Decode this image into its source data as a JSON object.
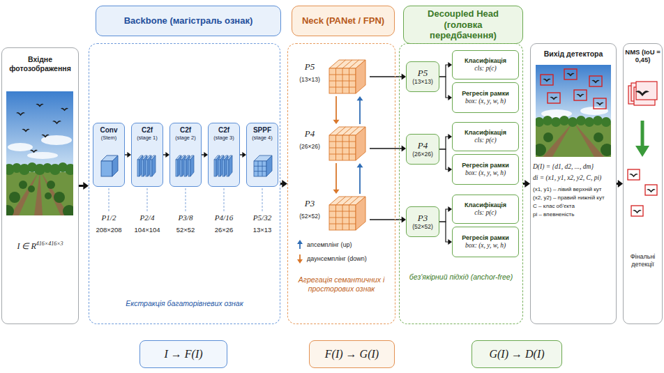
{
  "diagram": {
    "nodes": [
      {
        "text": [
          "Вхідне фотозображення",
          "I ∈ R",
          "416×416×3"
        ]
      },
      {
        "text": [
          "Backbone (магістраль ознак)"
        ]
      },
      {
        "text": [
          "Екстракція багаторівневих ознак"
        ]
      },
      {
        "text": [
          "Conv",
          "(Stem)"
        ],
        "in": 2
      },
      {
        "text": [
          "C2f",
          "(stage 1)"
        ],
        "in": 2
      },
      {
        "text": [
          "C2f",
          "(stage 2)"
        ],
        "in": 2
      },
      {
        "text": [
          "C2f",
          "(stage 3)"
        ],
        "in": 2
      },
      {
        "text": [
          "SPPF",
          "(stage 4)"
        ],
        "in": 2
      },
      {
        "text": [
          "Neck (PANet / FPN)"
        ]
      },
      {
        "text": [
          "Агрегація семантичних і просторових ознак"
        ]
      },
      {
        "text": [
          "P5",
          "(13×13)"
        ],
        "in": 9
      },
      {
        "text": [
          "P4",
          "(26×26)"
        ],
        "in": 9
      },
      {
        "text": [
          "P3",
          "(52×52)"
        ],
        "in": 9
      },
      {
        "text": [
          "Decoupled Head (головка передбачення)"
        ]
      },
      {
        "text": [
          "без'якірний підхід (anchor-free)"
        ]
      },
      {
        "text": [
          "P5",
          "(13×13)"
        ],
        "in": 14
      },
      {
        "text": [
          "Класифікація",
          "cls: p(c)"
        ],
        "in": 14
      },
      {
        "text": [
          "Регресія рамки",
          "box: (x, y, w, h)"
        ],
        "in": 14
      },
      {
        "text": [
          "P4",
          "(26×26)"
        ],
        "in": 14
      },
      {
        "text": [
          "Класифікація",
          "cls: p(c)"
        ],
        "in": 14
      },
      {
        "text": [
          "Регресія рамки",
          "box: (x, y, w, h)"
        ],
        "in": 14
      },
      {
        "text": [
          "P3",
          "(52×52)"
        ],
        "in": 14
      },
      {
        "text": [
          "Класифікація",
          "cls: p(c)"
        ],
        "in": 14
      },
      {
        "text": [
          "Регресія рамки",
          "box: (x, y, w, h)"
        ],
        "in": 14
      },
      {
        "text": [
          "Вихід детектора",
          "D(I) = {d1, d2, ..., dm}",
          "di = (x1, y1, x2, y2, C, pi)",
          "(x1, y1) – лівий верхній кут",
          "(x2, y2) – правий нижній кут",
          "C – клас об'єкта",
          "pi – впевненість"
        ]
      },
      {
        "text": [
          "NMS (IoU = 0,45)",
          "Фінальні детекції"
        ]
      },
      {
        "text": [
          "I → F(I)"
        ]
      },
      {
        "text": [
          "F(I) → G(I)"
        ]
      },
      {
        "text": [
          "G(I) → D(I)"
        ]
      }
    ],
    "edges": [
      {
        "from": 0,
        "to": 2,
        "arrow": "to"
      },
      {
        "from": 3,
        "to": 4,
        "arrow": "to"
      },
      {
        "from": 4,
        "to": 5,
        "arrow": "to"
      },
      {
        "from": 5,
        "to": 6,
        "arrow": "to"
      },
      {
        "from": 6,
        "to": 7,
        "arrow": "to"
      },
      {
        "from": 2,
        "to": 9,
        "arrow": "to"
      },
      {
        "from": 10,
        "to": 11,
        "arrow": "to"
      },
      {
        "from": 11,
        "to": 12,
        "arrow": "to"
      },
      {
        "from": 12,
        "to": 11,
        "arrow": "to"
      },
      {
        "from": 11,
        "to": 10,
        "arrow": "to"
      },
      {
        "from": 10,
        "to": 15,
        "arrow": "to"
      },
      {
        "from": 11,
        "to": 18,
        "arrow": "to"
      },
      {
        "from": 12,
        "to": 21,
        "arrow": "to"
      },
      {
        "from": 15,
        "to": 16,
        "arrow": "to"
      },
      {
        "from": 15,
        "to": 17,
        "arrow": "to"
      },
      {
        "from": 18,
        "to": 19,
        "arrow": "to"
      },
      {
        "from": 18,
        "to": 20,
        "arrow": "to"
      },
      {
        "from": 21,
        "to": 22,
        "arrow": "to"
      },
      {
        "from": 21,
        "to": 23,
        "arrow": "to"
      },
      {
        "from": 14,
        "to": 24,
        "arrow": "to"
      },
      {
        "from": 24,
        "to": 25,
        "arrow": "to"
      }
    ],
    "labels": [
      "P1/2",
      "208×208",
      "P2/4",
      "104×104",
      "P3/8",
      "52×52",
      "P4/16",
      "26×26",
      "P5/32",
      "13×13"
    ],
    "legend": [
      {
        "text": "апсемплінг (up)"
      },
      {
        "text": "даунсемплінг (down)"
      }
    ]
  }
}
